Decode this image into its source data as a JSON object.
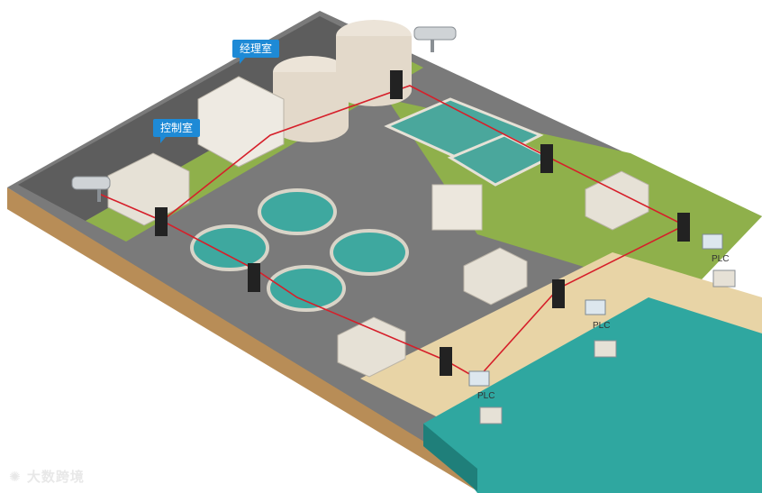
{
  "callouts": {
    "manager_office": "经理室",
    "control_room": "控制室"
  },
  "plc_labels": [
    "PLC",
    "PLC",
    "PLC"
  ],
  "watermark": "大数跨境",
  "colors": {
    "ground": "#6f6f6f",
    "grass": "#8fb04b",
    "sand": "#e8d4a6",
    "water": "#2fa7a0",
    "network_line": "#d61f2a",
    "callout": "#1e8ad6"
  },
  "icons": [
    "cctv-camera-icon",
    "industrial-switch-icon",
    "plc-icon",
    "watermark-logo-icon"
  ]
}
